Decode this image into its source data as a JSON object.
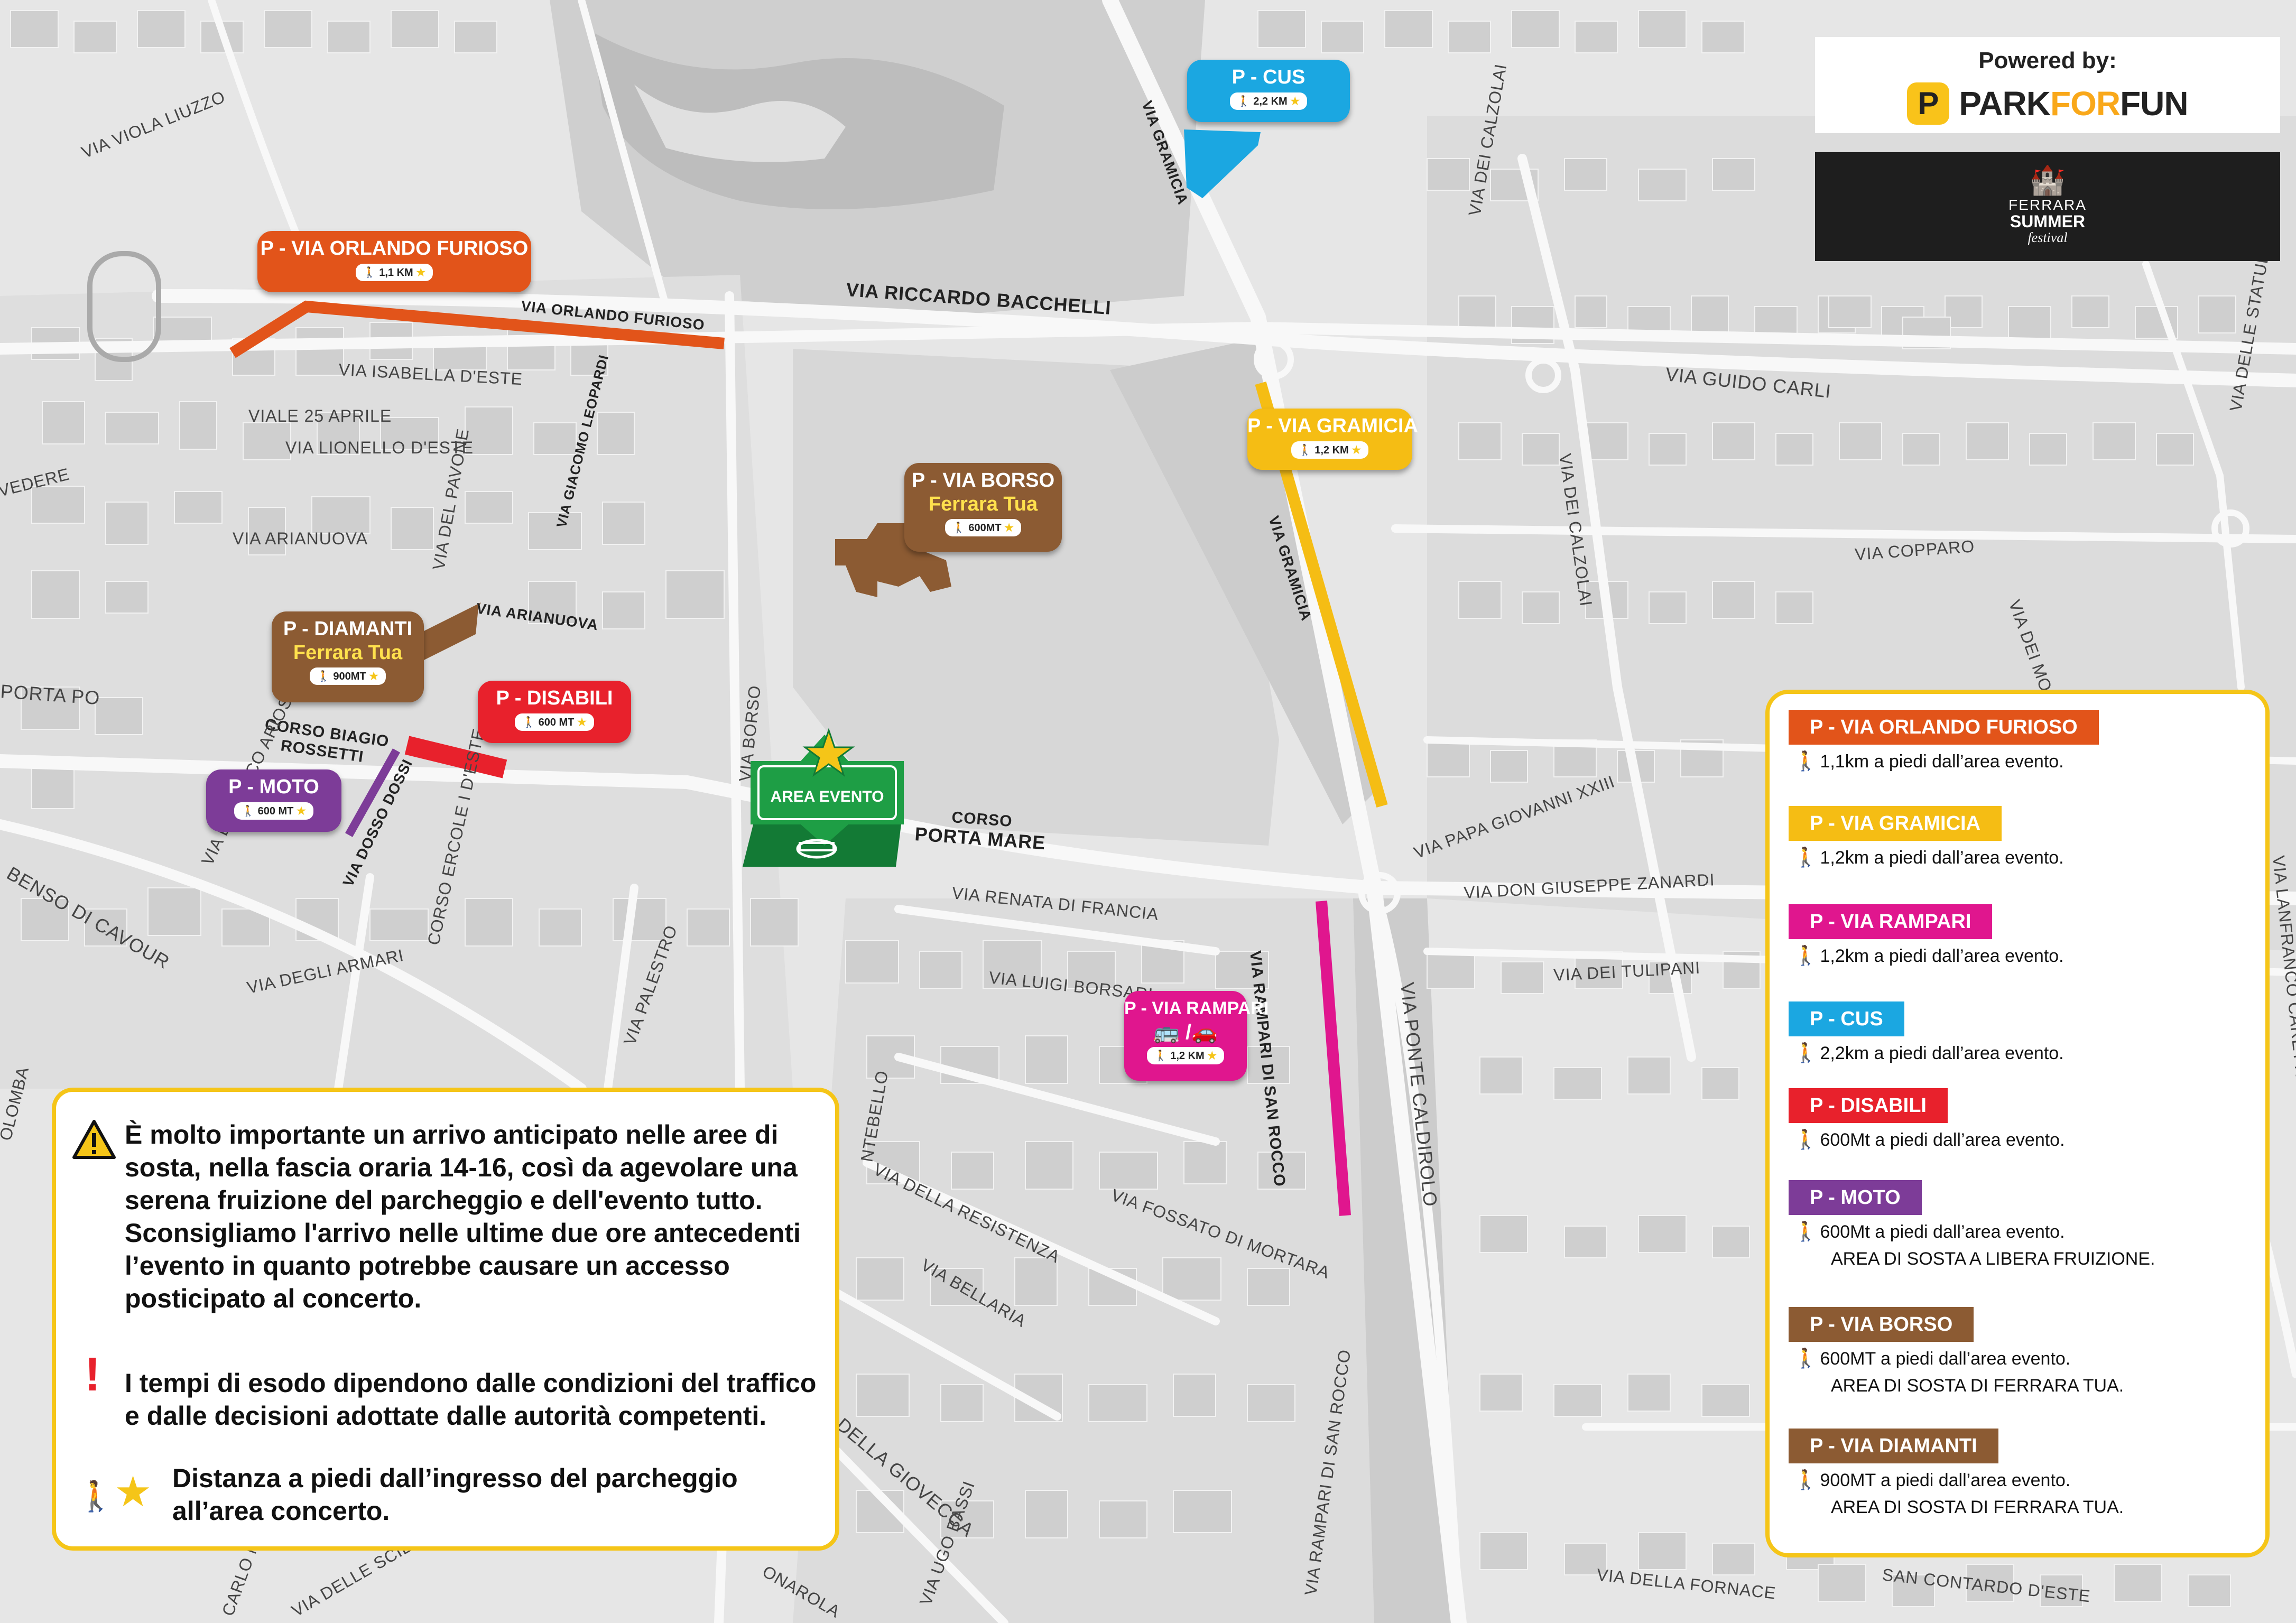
{
  "branding": {
    "powered_by": "Powered by:",
    "logo_p": "P",
    "logo_name_1": "PARK",
    "logo_name_2": "FOR",
    "logo_name_3": "FUN",
    "festival_line1": "FERRARA",
    "festival_line2": "SUMMER",
    "festival_line3": "festival"
  },
  "colors": {
    "orange": "#e2541a",
    "yellow": "#f5bd14",
    "pink": "#e0168e",
    "blue": "#1ba7e1",
    "red": "#e8212c",
    "purple": "#7d3c98",
    "brown": "#8c5b33",
    "green": "#1e9e45"
  },
  "parkings": [
    {
      "id": "orlando",
      "title": "P - VIA ORLANDO FURIOSO",
      "chip": "1,1 KM"
    },
    {
      "id": "cus",
      "title": "P - CUS",
      "chip": "2,2 KM"
    },
    {
      "id": "gramicia",
      "title": "P - VIA GRAMICIA",
      "chip": "1,2 KM"
    },
    {
      "id": "borso",
      "title": "P - VIA BORSO",
      "sub": "Ferrara Tua",
      "chip": "600MT"
    },
    {
      "id": "diamanti",
      "title": "P - DIAMANTI",
      "sub": "Ferrara Tua",
      "chip": "900MT"
    },
    {
      "id": "disabili",
      "title": "P - DISABILI",
      "chip": "600 MT"
    },
    {
      "id": "moto",
      "title": "P - MOTO",
      "chip": "600 MT"
    },
    {
      "id": "rampari",
      "title": "P - VIA RAMPARI",
      "chip": "1,2 KM",
      "transport": "🚌 /🚗"
    }
  ],
  "area_evento": "AREA EVENTO",
  "streets": {
    "viola_liuzzo": "VIA VIOLA LIUZZO",
    "orlando": "VIA ORLANDO FURIOSO",
    "bacchelli": "VIA RICCARDO BACCHELLI",
    "gramicia_top": "VIA GRAMICIA",
    "gramicia": "VIA GRAMICIA",
    "calzolai_top": "VIA DEI CALZOLAI",
    "calzolai": "VIA DEI CALZOLAI",
    "guido_carli": "VIA GUIDO CARLI",
    "statue": "VIA DELLE STATUE",
    "isabella": "VIA ISABELLA D'ESTE",
    "viale25": "VIALE 25 APRILE",
    "lionello": "VIA LIONELLO D'ESTE",
    "leopardi": "VIA GIACOMO LEOPARDI",
    "pavone": "VIA DEL PAVONE",
    "arianuova_left": "VIA ARIANUOVA",
    "arianuova": "VIA ARIANUOVA",
    "copparo": "VIA COPPARO",
    "del_mor": "VIA DEI MORARI",
    "belvedere": "VEDERE",
    "porta_po": "PORTA PO",
    "biagio": "CORSO BIAGIO",
    "rossetti": "ROSSETTI",
    "ariosto": "VIA LUDOVICO ARIOSTO",
    "dosso": "VIA DOSSO DOSSI",
    "ercole": "CORSO ERCOLE I D'ESTE",
    "borso": "VIA BORSO",
    "corso": "CORSO",
    "porta_mare": "PORTA MARE",
    "papa": "VIA PAPA GIOVANNI XXIII",
    "zanardi": "VIA DON GIUSEPPE ZANARDI",
    "tulipani": "VIA DEI TULIPANI",
    "lanfranco": "VIA LANFRANCO CARETTI",
    "benso": "BENSO DI CAVOUR",
    "armari": "VIA DEGLI ARMARI",
    "renata": "VIA RENATA DI FRANCIA",
    "borsari": "VIA LUIGI BORSARI",
    "palestro": "VIA PALESTRO",
    "rampari_sr": "VIA RAMPARI DI SAN ROCCO",
    "ponte": "VIA PONTE CALDIROLO",
    "resistenza": "VIA DELLA RESISTENZA",
    "fossato": "VIA FOSSATO DI MORTARA",
    "bellaria": "VIA BELLARIA",
    "giovecca": "DELLA GIOVECCA",
    "rampari_sr2": "VIA RAMPARI DI SAN ROCCO",
    "fornace": "VIA DELLA FORNACE",
    "cantardo": "SAN CONTARDO D'ESTE",
    "ugo_bassi": "VIA UGO BASSI",
    "colomba": "OLOMBA",
    "montebello": "NTEBELLO",
    "scienze": "VIA DELLE SCIE",
    "carlo_may": "CARLO MAY",
    "savonarola": "ONAROLA"
  },
  "legend": [
    {
      "label": "P - VIA ORLANDO FURIOSO",
      "line1": "1,1km a piedi dall’area evento."
    },
    {
      "label": "P - VIA GRAMICIA",
      "line1": "1,2km a piedi dall’area evento."
    },
    {
      "label": "P - VIA RAMPARI",
      "line1": "1,2km a piedi dall’area evento."
    },
    {
      "label": "P - CUS",
      "line1": "2,2km a piedi dall’area evento."
    },
    {
      "label": "P - DISABILI",
      "line1": "600Mt a piedi dall’area evento."
    },
    {
      "label": "P - MOTO",
      "line1": "600Mt a piedi dall’area evento.",
      "line2": "AREA DI SOSTA A LIBERA FRUIZIONE."
    },
    {
      "label": "P - VIA BORSO",
      "line1": "600MT a piedi dall’area evento.",
      "line2": "AREA DI SOSTA DI FERRARA TUA."
    },
    {
      "label": "P - VIA DIAMANTI",
      "line1": "900MT a piedi dall’area evento.",
      "line2": "AREA DI SOSTA DI FERRARA TUA."
    }
  ],
  "notice": {
    "paragraph1": "È molto importante un arrivo anticipato nelle aree di sosta, nella fascia oraria 14-16, così da agevolare una serena fruizione del parcheggio e dell'evento tutto. Sconsigliamo l'arrivo nelle ultime due ore antecedenti l’evento in quanto potrebbe causare un accesso posticipato al concerto.",
    "paragraph2": "I tempi di esodo dipendono dalle condizioni del traffico e dalle decisioni adottate dalle autorità competenti.",
    "paragraph3": "Distanza a piedi dall’ingresso del parcheggio all’area concerto."
  }
}
